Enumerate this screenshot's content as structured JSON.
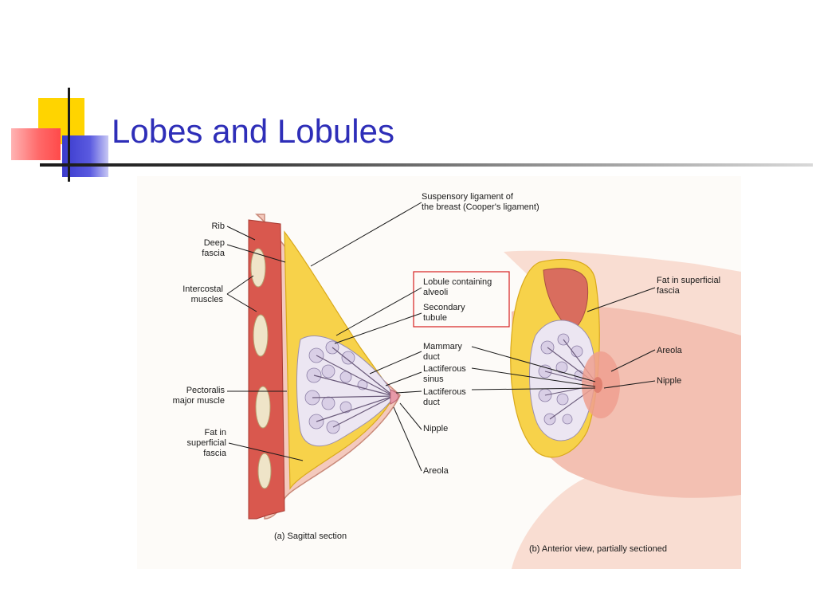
{
  "slide": {
    "title": "Lobes and Lobules"
  },
  "figure": {
    "labels_left": {
      "suspensory_1": "Suspensory ligament of",
      "suspensory_2": "the breast (Cooper's ligament)",
      "rib": "Rib",
      "deep_fascia_1": "Deep",
      "deep_fascia_2": "fascia",
      "intercostal_1": "Intercostal",
      "intercostal_2": "muscles",
      "pectoralis_1": "Pectoralis",
      "pectoralis_2": "major muscle",
      "fat_1": "Fat in",
      "fat_2": "superficial",
      "fat_3": "fascia"
    },
    "labels_center": {
      "lobule_1": "Lobule containing",
      "lobule_2": "alveoli",
      "secondary_1": "Secondary",
      "secondary_2": "tubule",
      "mammary_1": "Mammary",
      "mammary_2": "duct",
      "lact_sinus_1": "Lactiferous",
      "lact_sinus_2": "sinus",
      "lact_duct_1": "Lactiferous",
      "lact_duct_2": "duct",
      "nipple": "Nipple",
      "areola": "Areola"
    },
    "labels_right": {
      "fat_1": "Fat in superficial",
      "fat_2": "fascia",
      "areola": "Areola",
      "nipple": "Nipple"
    },
    "captions": {
      "a": "(a)  Sagittal section",
      "b": "(b)  Anterior view, partially sectioned"
    },
    "highlight_color": "#d62020"
  }
}
